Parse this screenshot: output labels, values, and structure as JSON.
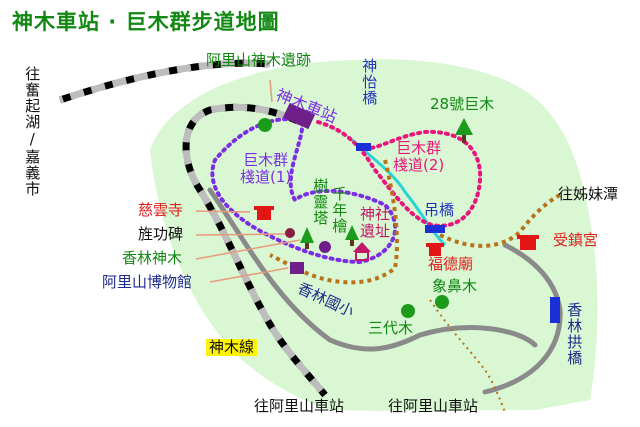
{
  "title": "神木車站 · 巨木群步道地圖",
  "labels": {
    "alishan_shenmu_ruins": "阿里山神木遺跡",
    "shenmu_station": "神木車站",
    "shenyi_bridge": "神怡橋",
    "giant_tree_28": "28號巨木",
    "trail_2": "巨木群\n棧道(2)",
    "trail_1": "巨木群\n棧道(1)",
    "tree_spirit_pagoda": "樹靈塔",
    "millennium_cypress": "千年檜",
    "shrine_ruins": "神社\n遺址",
    "suspension_bridge": "吊橋",
    "to_zimei_lake": "往姊妹潭",
    "shouzhen_temple": "受鎮宮",
    "fude_temple": "福德廟",
    "elephant_trunk_tree": "象鼻木",
    "ciyun_temple": "慈雲寺",
    "xuangong_stele": "旌功碑",
    "xianglin_sacred_tree": "香林神木",
    "alishan_museum": "阿里山博物館",
    "xianglin_elementary": "香林國小",
    "three_generation_tree": "三代木",
    "shenmu_line": "神木線",
    "xianglin_arch_bridge": "香林拱橋",
    "to_fenqihu_chiayi": "往奮起湖/嘉義市",
    "to_alishan_station_1": "往阿里山車站",
    "to_alishan_station_2": "往阿里山車站"
  },
  "colors": {
    "title": "#118811",
    "park": "#d9f7d2",
    "rail": "#000000",
    "rail_alt": "#bdbdbd",
    "road": "#8a8a8a",
    "trail_1": "#7b2ee6",
    "trail_2": "#e8157c",
    "path": "#b8731a",
    "river": "#2ad4d4",
    "bridge": "#1a2fd6",
    "temple": "#e31515",
    "station": "#6e1f8a",
    "tree": "#1c9a1c",
    "label_green": "#118811",
    "label_red": "#e02020",
    "label_blue": "#2233bb",
    "label_navy": "#1d2b8c",
    "label_purple": "#7b2ee6",
    "label_magenta": "#c3186a",
    "label_black": "#111111",
    "highlight": "#fff20a"
  },
  "icons": [
    "tree-icon",
    "temple-icon",
    "shrine-icon",
    "station-icon",
    "museum-icon",
    "bridge-icon",
    "dot-icon"
  ]
}
